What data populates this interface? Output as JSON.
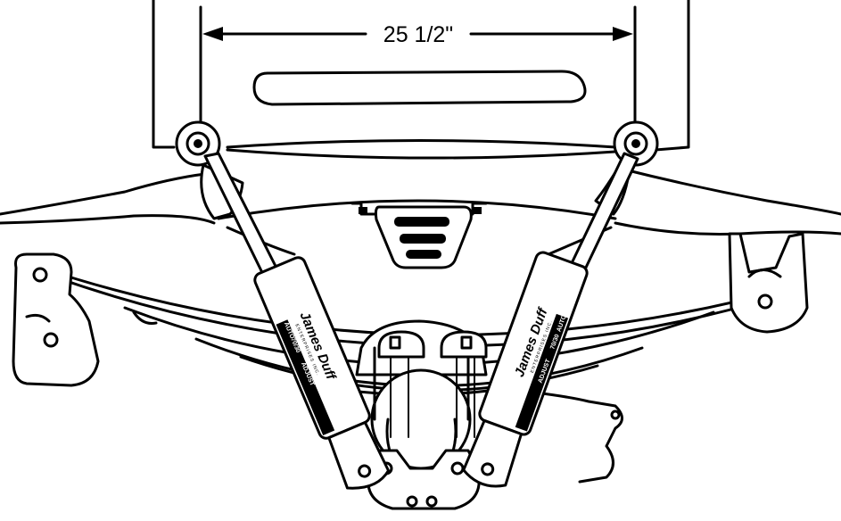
{
  "dimension": {
    "label": "25 1/2\""
  },
  "shocks": {
    "left": {
      "brand": "James Duff",
      "subtitle": "ENTERPRISES INC.",
      "auto": "AUTO",
      "ratio": "70/30",
      "adjust": "ADJUST"
    },
    "right": {
      "brand": "James Duff",
      "subtitle": "ENTERPRISES INC.",
      "auto": "AUTO",
      "ratio": "70/30",
      "adjust": "ADJUST"
    }
  }
}
